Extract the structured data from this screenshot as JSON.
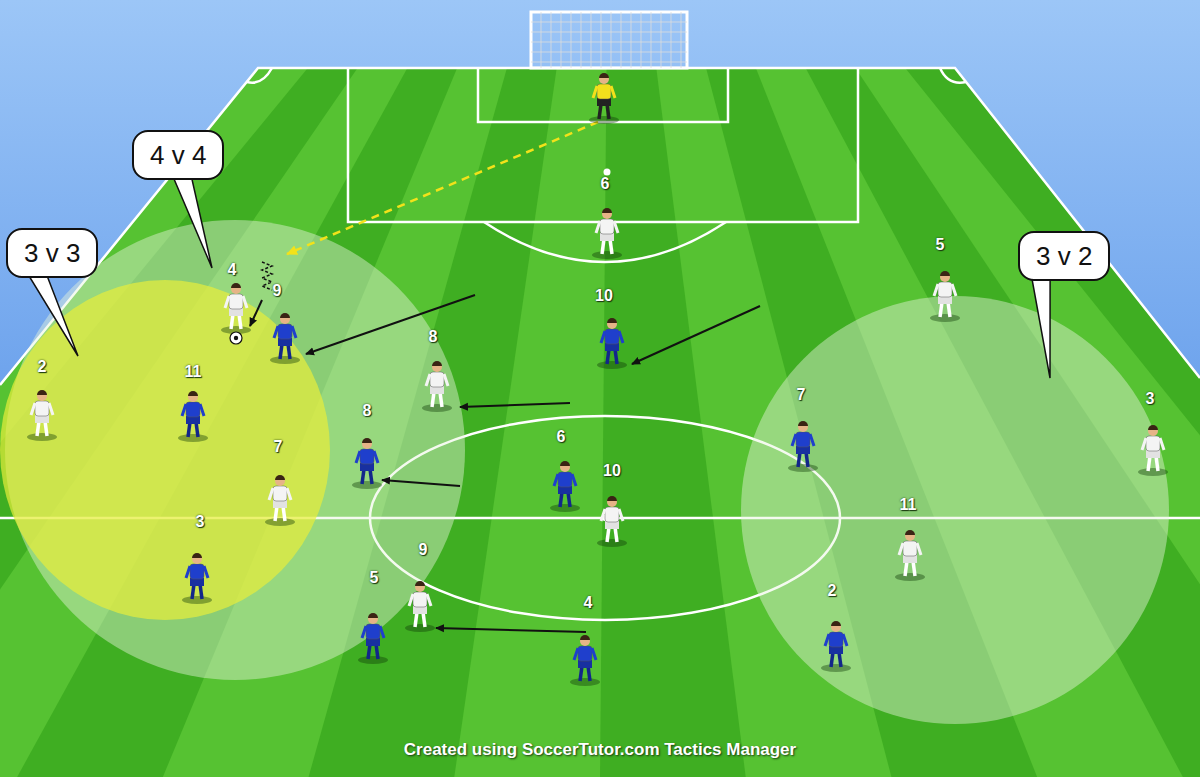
{
  "diagram": {
    "nodes": [
      {
        "text": [
          "3 v 3"
        ]
      },
      {
        "text": [
          "4 v 4"
        ]
      },
      {
        "text": [
          "3 v 2"
        ]
      }
    ],
    "labels": [
      "6",
      "5",
      "4",
      "9",
      "10",
      "8",
      "2",
      "11",
      "7",
      "3",
      "8",
      "7",
      "6",
      "10",
      "11",
      "3",
      "9",
      "5",
      "4",
      "2",
      "Created using SoccerTutor.com Tactics Manager"
    ]
  }
}
